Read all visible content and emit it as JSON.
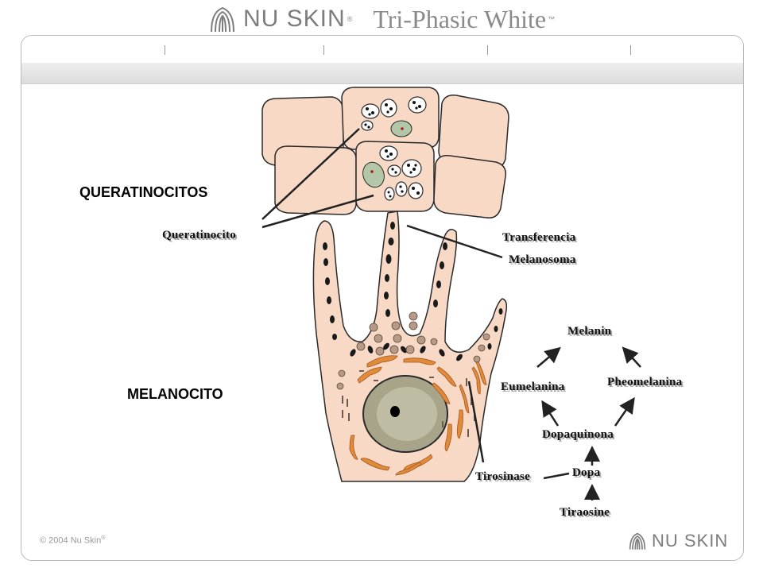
{
  "header": {
    "brand": "NU SKIN",
    "registered": "®",
    "product": "Tri-Phasic White",
    "trademark": "™"
  },
  "colors": {
    "cell_fill": "#f7d9c6",
    "cell_stroke": "#2a2a2a",
    "nucleus_fill": "#a8a48a",
    "mitochondria": "#e08a3c",
    "melanosome": "#1a1a1a",
    "accent_grey": "#7d7d7d"
  },
  "diagram": {
    "sections": {
      "keratinocytes": "QUERATINOCITOS",
      "melanocyte": "MELANOCITO"
    },
    "labels": {
      "keratinocyte": "Queratinocito",
      "transfer": "Transferencia",
      "melanosome": "Melanosoma",
      "melanin": "Melanin",
      "eumelanin": "Eumelanina",
      "pheomelanin": "Pheomelanina",
      "dopaquinone": "Dopaquinona",
      "tyrosinase": "Tirosinase",
      "dopa": "Dopa",
      "tyrosine": "Tiraosine"
    }
  },
  "footer": {
    "copyright": "© 2004 Nu Skin",
    "copyright_reg": "®",
    "brand": "NU SKIN"
  }
}
